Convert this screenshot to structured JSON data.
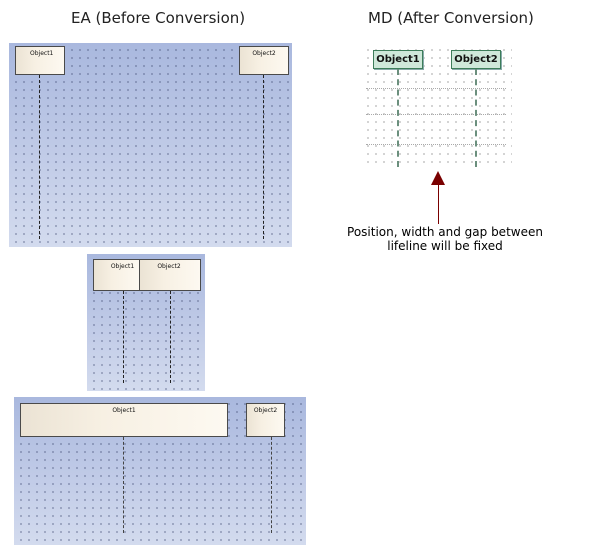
{
  "headings": {
    "ea": "EA (Before Conversion)",
    "md": "MD (After Conversion)"
  },
  "ea_top": {
    "object1": "Object1",
    "object2": "Object2"
  },
  "ea_middle": {
    "object1": "Object1",
    "object2": "Object2"
  },
  "ea_bottom": {
    "object1": "Object1",
    "object2": "Object2"
  },
  "md": {
    "object1": "Object1",
    "object2": "Object2"
  },
  "note": {
    "line1": "Position, width and gap between",
    "line2": "lifeline will be fixed"
  },
  "colors": {
    "arrow": "#7a0000",
    "md_object_fill": "#cfe8da",
    "ea_panel": "#b3c0e0"
  }
}
